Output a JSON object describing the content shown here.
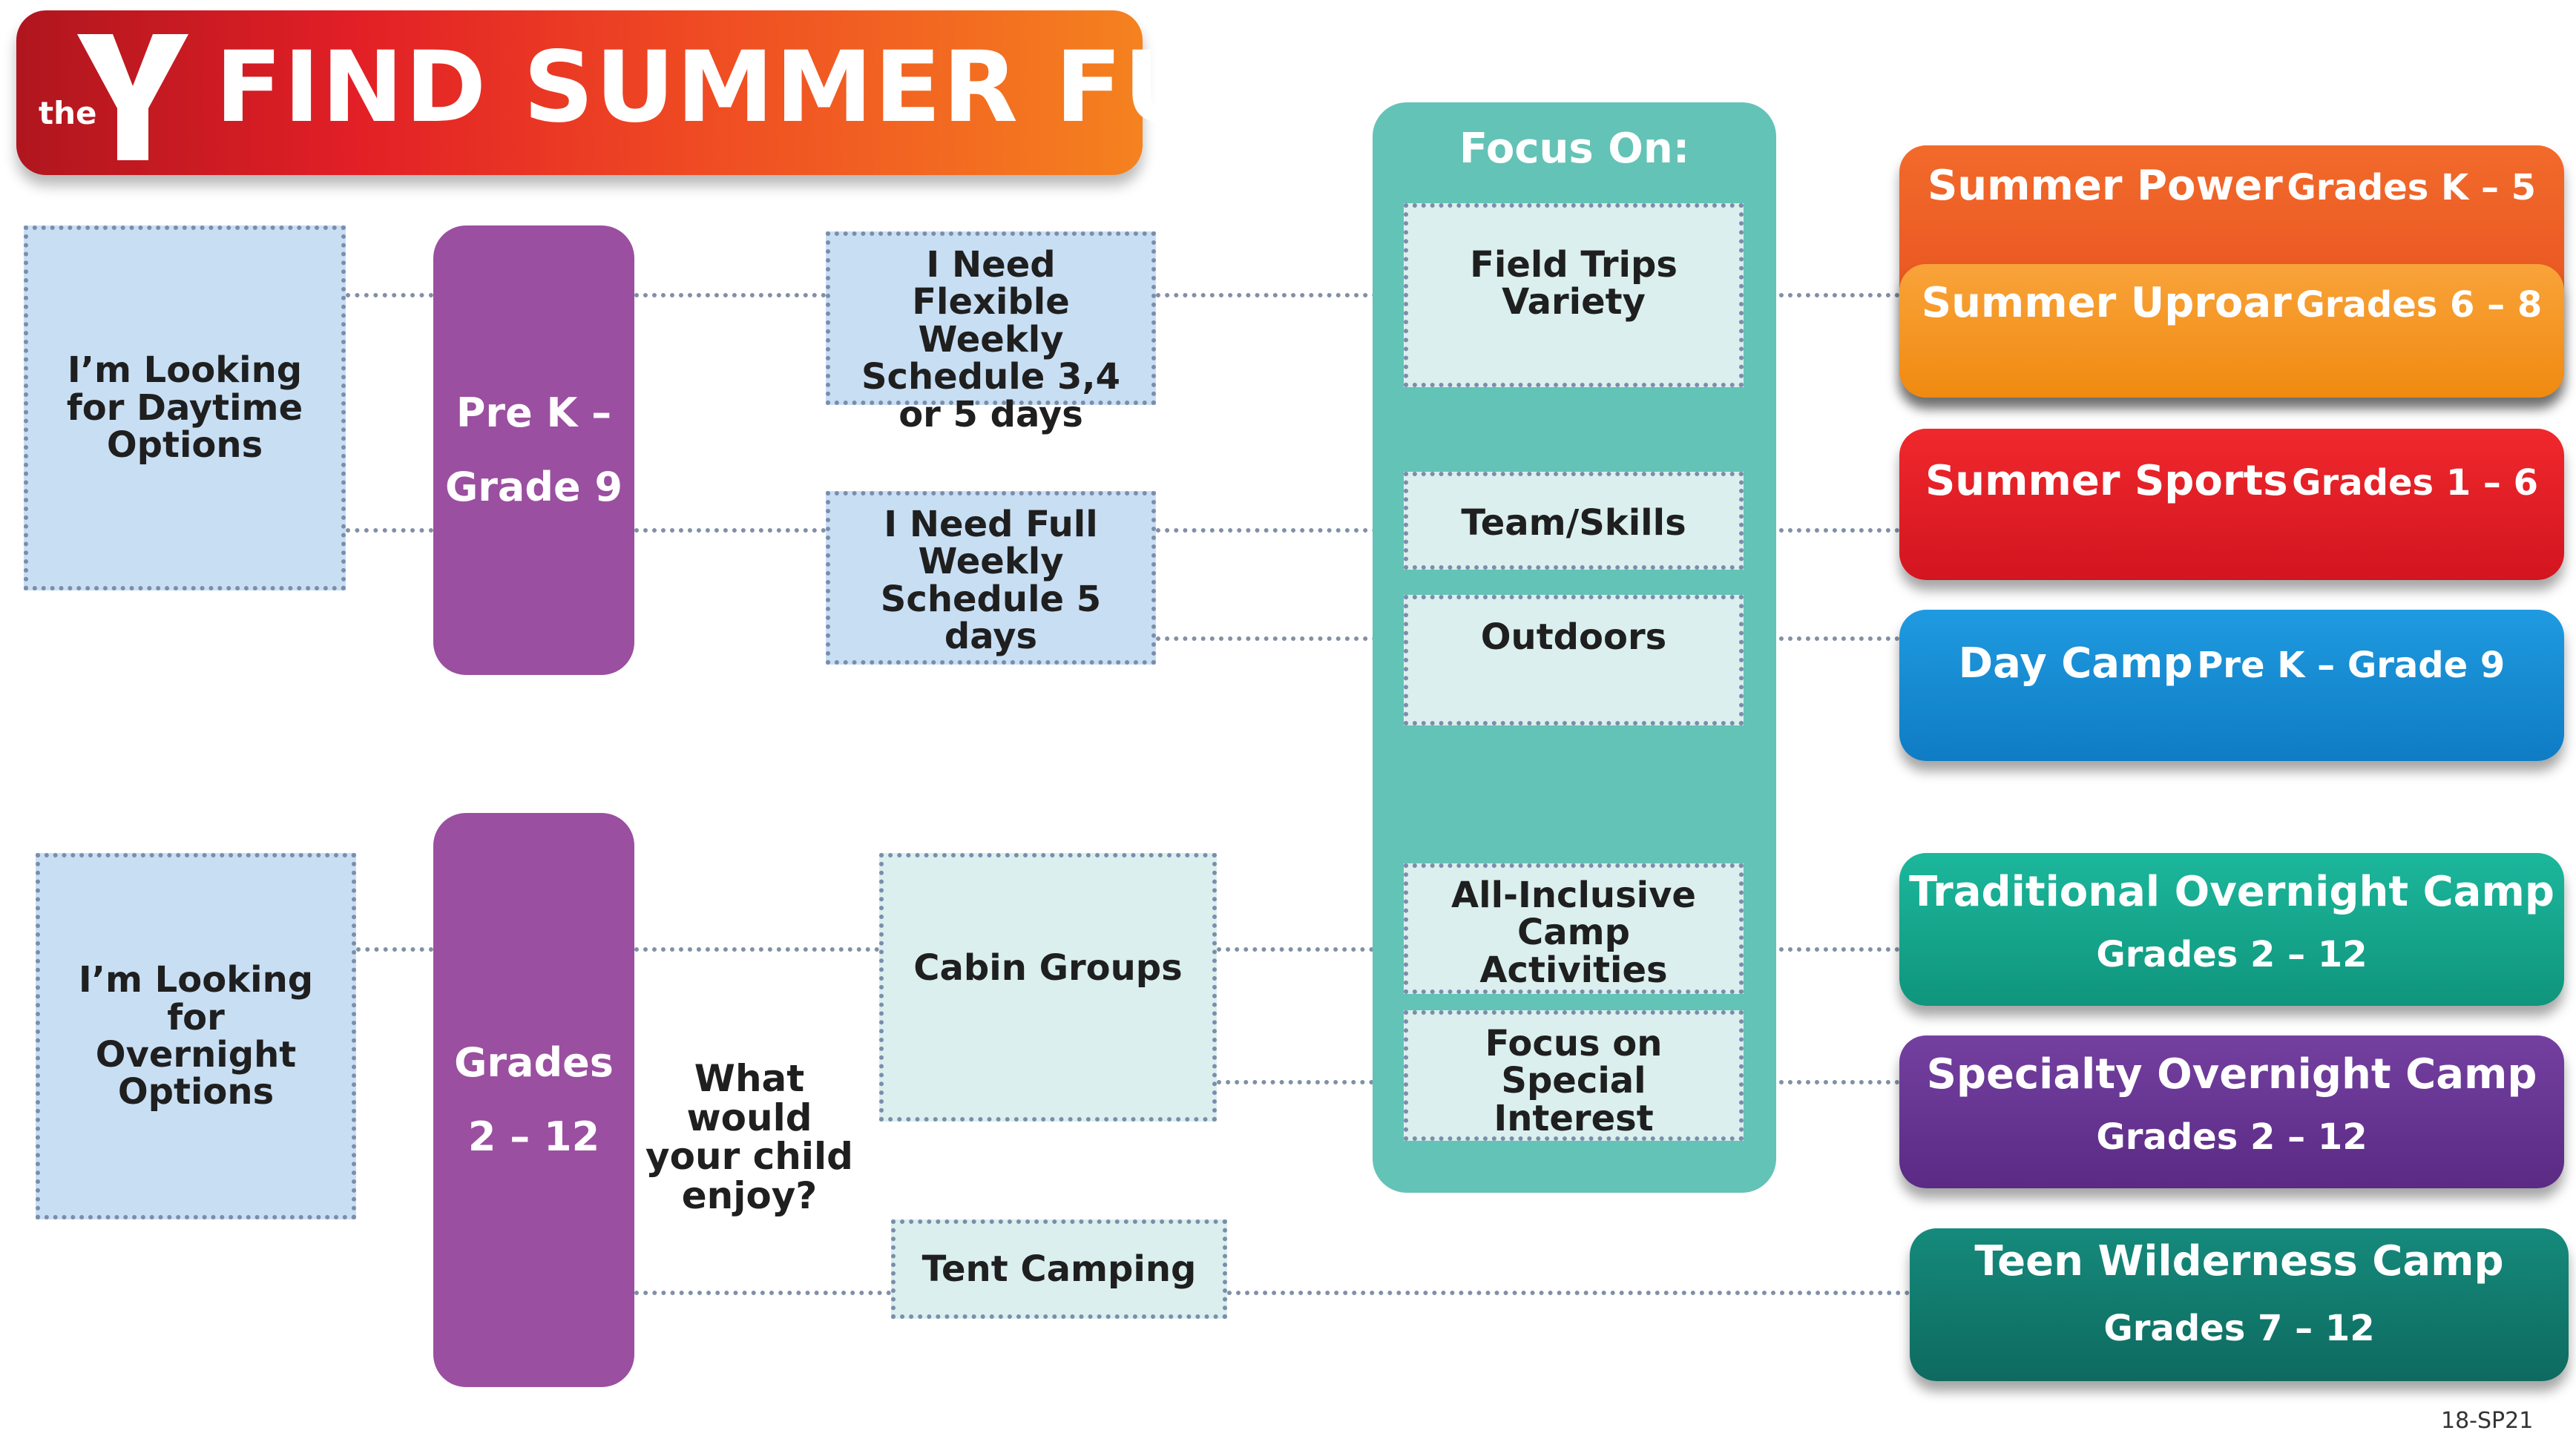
{
  "header": {
    "logo_the": "the",
    "logo_ymca": "YMCA",
    "title": "FIND SUMMER FUN"
  },
  "left": {
    "daytime": "I’m Looking for Daytime Options",
    "overnight": "I’m Looking for Overnight Options"
  },
  "grades": {
    "daytime_line1": "Pre K –",
    "daytime_line2": "Grade 9",
    "overnight_line1": "Grades",
    "overnight_line2": "2 – 12"
  },
  "schedule": {
    "flexible": "I Need  Flexible Weekly Schedule 3,4 or 5 days",
    "full": "I Need  Full Weekly Schedule 5 days",
    "cabin": "Cabin Groups",
    "tent": "Tent Camping"
  },
  "question": "What would your child enjoy?",
  "focus": {
    "title": "Focus On:",
    "field_trips": "Field Trips Variety",
    "team_skills": "Team/Skills",
    "outdoors": "Outdoors",
    "all_inclusive": "All-Inclusive Camp Activities",
    "special_interest": "Focus on Special Interest"
  },
  "programs": {
    "power_name": "Summer Power",
    "power_grades": "Grades K – 5",
    "uproar_name": "Summer Uproar",
    "uproar_grades": "Grades 6 – 8",
    "sports_name": "Summer Sports",
    "sports_grades": "Grades 1 – 6",
    "daycamp_name": "Day Camp",
    "daycamp_grades": "Pre K – Grade 9",
    "traditional_name": "Traditional Overnight Camp",
    "traditional_grades": "Grades 2 – 12",
    "specialty_name": "Specialty Overnight Camp",
    "specialty_grades": "Grades 2 – 12",
    "teen_name": "Teen Wilderness Camp",
    "teen_grades": "Grades 7 – 12"
  },
  "footer_code": "18-SP21",
  "colors": {
    "banner_start": "#b0161e",
    "banner_end": "#f5821f",
    "purple": "#9b4fa0",
    "teal": "#63c3b6",
    "power": "#f05a23",
    "uproar": "#f7941d",
    "sports": "#e8202a",
    "daycamp": "#1a8fd6",
    "traditional": "#17a98e",
    "specialty": "#6a3592",
    "teen": "#127a6e"
  }
}
